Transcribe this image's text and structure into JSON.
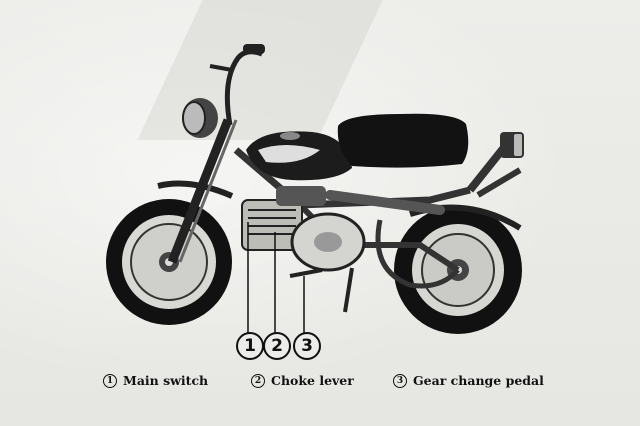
{
  "callouts": [
    {
      "number": "1",
      "label": "Main switch"
    },
    {
      "number": "2",
      "label": "Choke lever"
    },
    {
      "number": "3",
      "label": "Gear change pedal"
    }
  ]
}
